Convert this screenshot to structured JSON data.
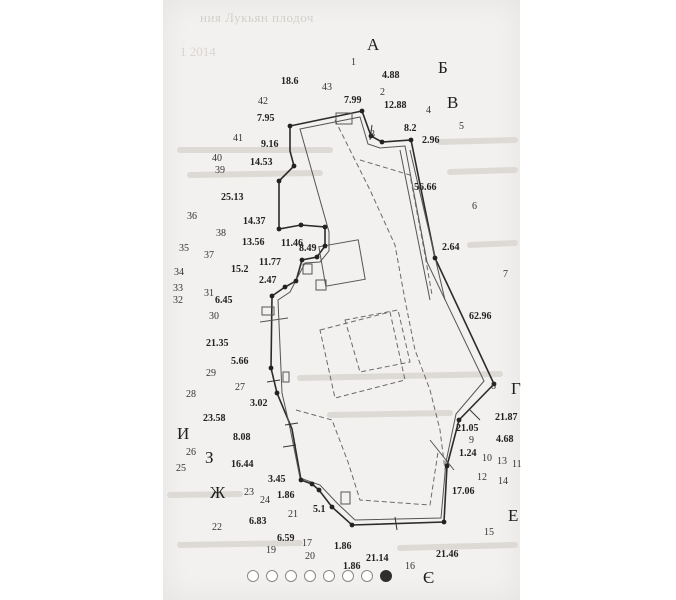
{
  "page": {
    "faint_header": "ния Лукьян плодоч",
    "faint_year": "1 2014"
  },
  "plan": {
    "letters": [
      {
        "id": "a",
        "text": "А"
      },
      {
        "id": "b",
        "text": "Б"
      },
      {
        "id": "v",
        "text": "В"
      },
      {
        "id": "g",
        "text": "Г"
      },
      {
        "id": "i",
        "text": "И"
      },
      {
        "id": "z",
        "text": "З"
      },
      {
        "id": "zh",
        "text": "Ж"
      },
      {
        "id": "e",
        "text": "Е"
      },
      {
        "id": "ye",
        "text": "Є"
      }
    ],
    "segment_lengths": [
      "18.6",
      "4.88",
      "7.99",
      "12.88",
      "7.95",
      "8.2",
      "2.96",
      "9.16",
      "14.53",
      "56.66",
      "25.13",
      "14.37",
      "13.56",
      "11.46",
      "8.49",
      "2.64",
      "11.77",
      "15.2",
      "2.47",
      "6.45",
      "62.96",
      "21.35",
      "5.66",
      "3.02",
      "23.58",
      "8.08",
      "21.05",
      "21.87",
      "4.68",
      "1.24",
      "16.44",
      "3.45",
      "1.86",
      "17.06",
      "5.1",
      "6.83",
      "6.59",
      "1.86",
      "21.14",
      "21.46",
      "1.86"
    ],
    "point_numbers": [
      "1",
      "2",
      "3",
      "4",
      "5",
      "6",
      "7",
      "8",
      "9",
      "10",
      "11",
      "12",
      "13",
      "14",
      "15",
      "16",
      "17",
      "19",
      "20",
      "21",
      "22",
      "23",
      "24",
      "25",
      "26",
      "27",
      "28",
      "29",
      "30",
      "31",
      "32",
      "33",
      "34",
      "35",
      "36",
      "37",
      "38",
      "39",
      "40",
      "41",
      "42",
      "43"
    ]
  },
  "pager": {
    "count": 8,
    "active_index": 7
  }
}
